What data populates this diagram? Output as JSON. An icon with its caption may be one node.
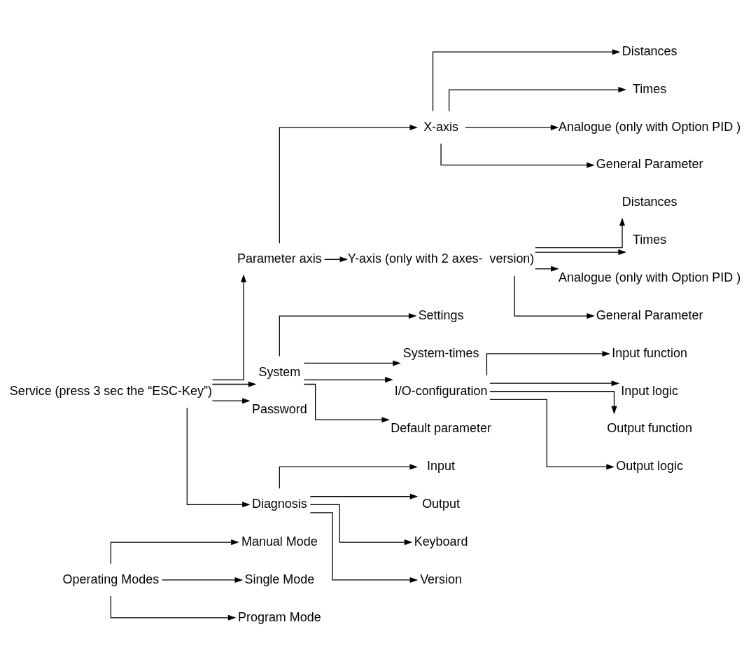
{
  "diagram": {
    "nodes": [
      {
        "text": [
          "Operating Modes"
        ]
      },
      {
        "text": [
          "Manual Mode"
        ]
      },
      {
        "text": [
          "Single Mode"
        ]
      },
      {
        "text": [
          "Program Mode"
        ]
      },
      {
        "text": [
          "Service (press 3 sec the “ESC-Key”)"
        ]
      },
      {
        "text": [
          "Parameter axis"
        ]
      },
      {
        "text": [
          "X-axis"
        ]
      },
      {
        "text": [
          "Distances"
        ]
      },
      {
        "text": [
          "Times"
        ]
      },
      {
        "text": [
          "Analogue (only with Option PID )"
        ]
      },
      {
        "text": [
          "General Parameter"
        ]
      },
      {
        "text": [
          "Y-axis (only with 2 axes-  version)"
        ]
      },
      {
        "text": [
          "Distances"
        ]
      },
      {
        "text": [
          "Times"
        ]
      },
      {
        "text": [
          "Analogue (only with Option PID )"
        ]
      },
      {
        "text": [
          "General Parameter"
        ]
      },
      {
        "text": [
          "System"
        ]
      },
      {
        "text": [
          "Settings"
        ]
      },
      {
        "text": [
          "System-times"
        ]
      },
      {
        "text": [
          "I/O-configuration"
        ]
      },
      {
        "text": [
          "Input function"
        ]
      },
      {
        "text": [
          "Input logic"
        ]
      },
      {
        "text": [
          "Output function"
        ]
      },
      {
        "text": [
          "Output logic"
        ]
      },
      {
        "text": [
          "Default parameter"
        ]
      },
      {
        "text": [
          "Password"
        ]
      },
      {
        "text": [
          "Diagnosis"
        ]
      },
      {
        "text": [
          "Input"
        ]
      },
      {
        "text": [
          "Output"
        ]
      },
      {
        "text": [
          "Keyboard"
        ]
      },
      {
        "text": [
          "Version"
        ]
      }
    ],
    "edges": [
      {
        "from": 0,
        "to": 1,
        "arrow": "to"
      },
      {
        "from": 0,
        "to": 2,
        "arrow": "to"
      },
      {
        "from": 0,
        "to": 3,
        "arrow": "to"
      },
      {
        "from": 4,
        "to": 5,
        "arrow": "to"
      },
      {
        "from": 5,
        "to": 6,
        "arrow": "to"
      },
      {
        "from": 6,
        "to": 7,
        "arrow": "to"
      },
      {
        "from": 6,
        "to": 8,
        "arrow": "to"
      },
      {
        "from": 6,
        "to": 9,
        "arrow": "to"
      },
      {
        "from": 6,
        "to": 10,
        "arrow": "to"
      },
      {
        "from": 5,
        "to": 11,
        "arrow": "to"
      },
      {
        "from": 11,
        "to": 12,
        "arrow": "to"
      },
      {
        "from": 11,
        "to": 13,
        "arrow": "to"
      },
      {
        "from": 11,
        "to": 14,
        "arrow": "to"
      },
      {
        "from": 11,
        "to": 15,
        "arrow": "to"
      },
      {
        "from": 4,
        "to": 16,
        "arrow": "to"
      },
      {
        "from": 16,
        "to": 17,
        "arrow": "to"
      },
      {
        "from": 16,
        "to": 18,
        "arrow": "to"
      },
      {
        "from": 16,
        "to": 19,
        "arrow": "to"
      },
      {
        "from": 19,
        "to": 20,
        "arrow": "to"
      },
      {
        "from": 19,
        "to": 21,
        "arrow": "to"
      },
      {
        "from": 19,
        "to": 22,
        "arrow": "to"
      },
      {
        "from": 19,
        "to": 23,
        "arrow": "to"
      },
      {
        "from": 16,
        "to": 24,
        "arrow": "to"
      },
      {
        "from": 4,
        "to": 25,
        "arrow": "to"
      },
      {
        "from": 4,
        "to": 26,
        "arrow": "to"
      },
      {
        "from": 26,
        "to": 27,
        "arrow": "to"
      },
      {
        "from": 26,
        "to": 28,
        "arrow": "to"
      },
      {
        "from": 26,
        "to": 29,
        "arrow": "to"
      },
      {
        "from": 26,
        "to": 30,
        "arrow": "to"
      }
    ]
  }
}
